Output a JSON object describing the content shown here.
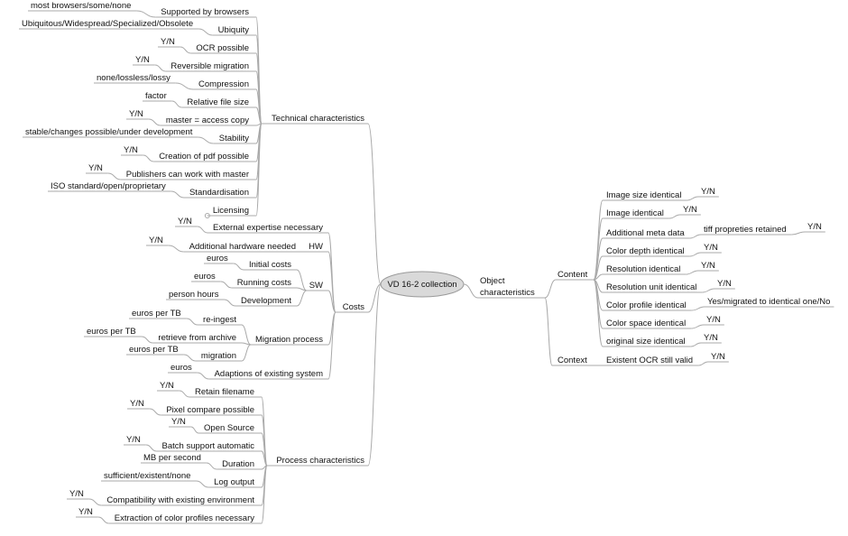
{
  "root": "VD 16-2 collection",
  "left_branches": [
    {
      "label": "Technical characteristics",
      "children": [
        {
          "label": "Supported by browsers",
          "value": "most browsers/some/none"
        },
        {
          "label": "Ubiquity",
          "value": "Ubiquitous/Widespread/Specialized/Obsolete"
        },
        {
          "label": "OCR possible",
          "value": "Y/N"
        },
        {
          "label": "Reversible migration",
          "value": "Y/N"
        },
        {
          "label": "Compression",
          "value": "none/lossless/lossy"
        },
        {
          "label": "Relative file size",
          "value": "factor"
        },
        {
          "label": "master = access copy",
          "value": "Y/N"
        },
        {
          "label": "Stability",
          "value": "stable/changes possible/under development"
        },
        {
          "label": "Creation of pdf possible",
          "value": "Y/N"
        },
        {
          "label": "Publishers can work with master",
          "value": "Y/N"
        },
        {
          "label": "Standardisation",
          "value": "ISO standard/open/proprietary"
        },
        {
          "label": "Licensing",
          "value": ""
        }
      ]
    },
    {
      "label": "Costs",
      "children": [
        {
          "label": "External expertise necessary",
          "value": "Y/N"
        },
        {
          "label": "HW",
          "children": [
            {
              "label": "Additional hardware needed",
              "value": "Y/N"
            }
          ]
        },
        {
          "label": "SW",
          "children": [
            {
              "label": "Initial costs",
              "value": "euros"
            },
            {
              "label": "Running costs",
              "value": "euros"
            },
            {
              "label": "Development",
              "value": "person hours"
            }
          ]
        },
        {
          "label": "Migration process",
          "children": [
            {
              "label": "re-ingest",
              "value": "euros per TB"
            },
            {
              "label": "retrieve from archive",
              "value": "euros per TB"
            },
            {
              "label": "migration",
              "value": "euros per TB"
            }
          ]
        },
        {
          "label": "Adaptions of existing system",
          "value": "euros"
        }
      ]
    },
    {
      "label": "Process characteristics",
      "children": [
        {
          "label": "Retain filename",
          "value": "Y/N"
        },
        {
          "label": "Pixel compare possible",
          "value": "Y/N"
        },
        {
          "label": "Open Source",
          "value": "Y/N"
        },
        {
          "label": "Batch support automatic",
          "value": "Y/N"
        },
        {
          "label": "Duration",
          "value": "MB per second"
        },
        {
          "label": "Log output",
          "value": "sufficient/existent/none"
        },
        {
          "label": "Compatibility with existing environment",
          "value": "Y/N"
        },
        {
          "label": "Extraction of color profiles necessary",
          "value": "Y/N"
        }
      ]
    }
  ],
  "right_branch": {
    "label_line1": "Object",
    "label_line2": "characteristics",
    "children": [
      {
        "label": "Content",
        "children": [
          {
            "label": "Image size identical",
            "value": "Y/N"
          },
          {
            "label": "Image identical",
            "value": "Y/N"
          },
          {
            "label": "Additional meta data",
            "children": [
              {
                "label": "tiff propreties retained",
                "value": "Y/N"
              }
            ]
          },
          {
            "label": "Color depth identical",
            "value": "Y/N"
          },
          {
            "label": "Resolution identical",
            "value": "Y/N"
          },
          {
            "label": "Resolution unit identical",
            "value": "Y/N"
          },
          {
            "label": "Color profile identical",
            "value": "Yes/migrated to identical one/No"
          },
          {
            "label": "Color space identical",
            "value": "Y/N"
          },
          {
            "label": "original size identical",
            "value": "Y/N"
          }
        ]
      },
      {
        "label": "Context",
        "children": [
          {
            "label": "Existent OCR still valid",
            "value": "Y/N"
          }
        ]
      }
    ]
  }
}
